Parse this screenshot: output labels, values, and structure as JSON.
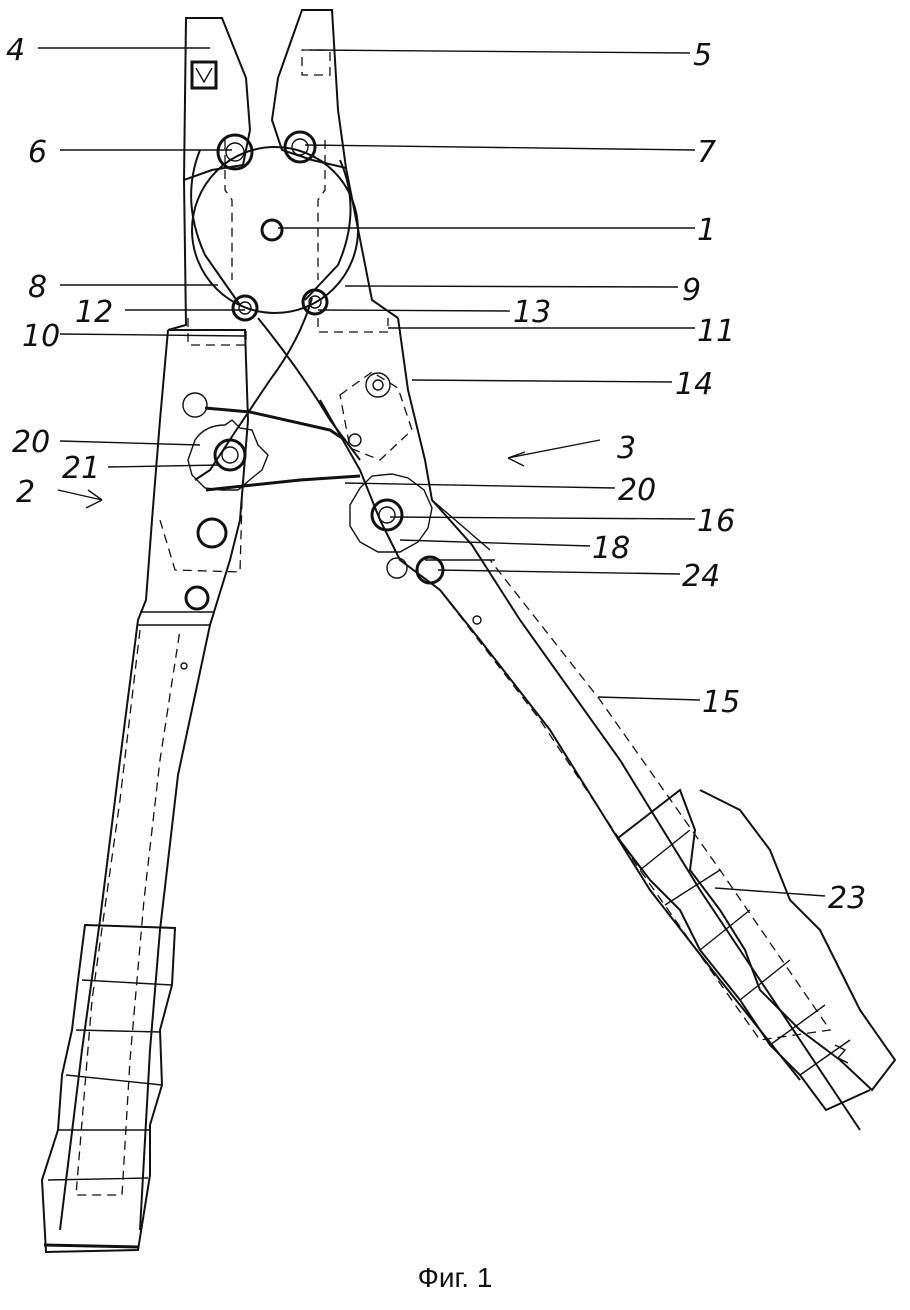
{
  "caption": "Фиг. 1",
  "labels": {
    "l4": "4",
    "l5": "5",
    "l6": "6",
    "l7": "7",
    "l1": "1",
    "l8": "8",
    "l9": "9",
    "l12": "12",
    "l13": "13",
    "l10": "10",
    "l11": "11",
    "l14": "14",
    "l20a": "20",
    "l3": "3",
    "l21": "21",
    "l2": "2",
    "l20b": "20",
    "l16": "16",
    "l18": "18",
    "l24": "24",
    "l15": "15",
    "l23": "23"
  }
}
